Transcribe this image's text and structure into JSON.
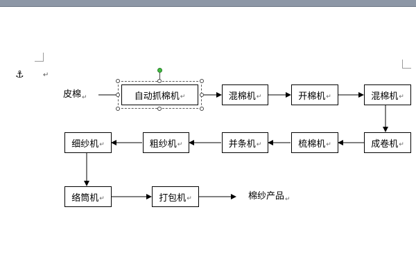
{
  "diagram": {
    "start_label": "皮棉",
    "nodes": {
      "n1": "自动抓棉机",
      "n2": "混棉机",
      "n3": "开棉机",
      "n4": "混棉机",
      "n5": "成卷机",
      "n6": "梳棉机",
      "n7": "并条机",
      "n8": "粗纱机",
      "n9": "细纱机",
      "n10": "络筒机",
      "n11": "打包机"
    },
    "end_label": "棉纱产品",
    "paragraph_mark": "↵",
    "anchor_symbol": "⚓"
  },
  "colors": {
    "rotation_handle": "#3fbf3f",
    "title_bar": "#8d97a6"
  }
}
